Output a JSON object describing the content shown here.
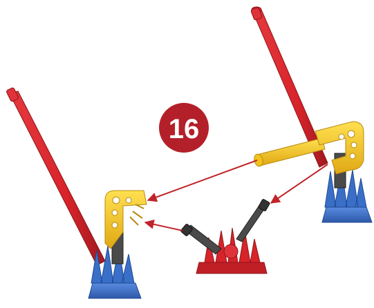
{
  "step": {
    "number": "16",
    "badge_color": "#B3202A"
  },
  "colors": {
    "red_rod": "#D8232A",
    "red_rod_dark": "#9E1A1F",
    "yellow_connector": "#F2C21A",
    "yellow_dark": "#B88A0F",
    "blue_connector": "#3A6FC8",
    "blue_dark": "#1F4A93",
    "gray_rod": "#4A4A4A",
    "arrow": "#C0242A",
    "background": "#FFFFFF"
  },
  "parts": [
    {
      "name": "long-red-rod-left",
      "color_key": "red_rod"
    },
    {
      "name": "long-red-rod-right",
      "color_key": "red_rod"
    },
    {
      "name": "yellow-corner-connector-left",
      "color_key": "yellow_connector"
    },
    {
      "name": "yellow-corner-connector-right",
      "color_key": "yellow_connector"
    },
    {
      "name": "yellow-rod",
      "color_key": "yellow_connector"
    },
    {
      "name": "blue-base-left",
      "color_key": "blue_connector"
    },
    {
      "name": "blue-base-right",
      "color_key": "blue_connector"
    },
    {
      "name": "red-hub-connector",
      "color_key": "red_rod"
    },
    {
      "name": "gray-rod-left",
      "color_key": "gray_rod"
    },
    {
      "name": "gray-rod-right",
      "color_key": "gray_rod"
    }
  ]
}
